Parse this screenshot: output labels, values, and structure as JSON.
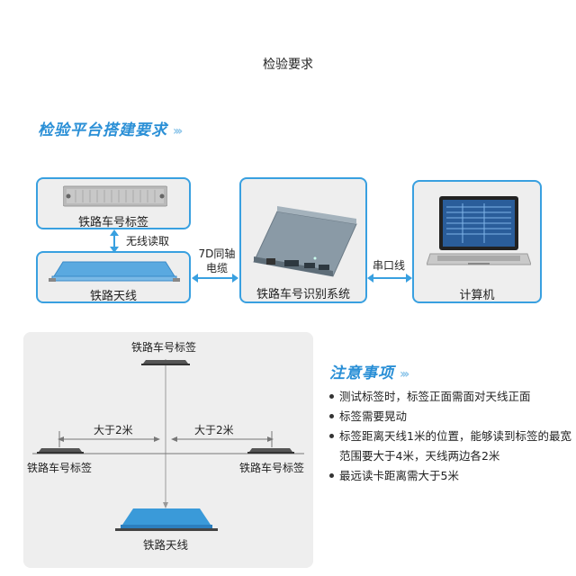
{
  "page": {
    "title": "检验要求"
  },
  "section1": {
    "title": "检验平台搭建要求"
  },
  "devices": {
    "tag": {
      "label": "铁路车号标签"
    },
    "antenna": {
      "label": "铁路天线"
    },
    "system": {
      "label": "铁路车号识别系统"
    },
    "computer": {
      "label": "计算机"
    }
  },
  "connections": {
    "wireless": "无线读取",
    "cable_line1": "7D同轴",
    "cable_line2": "电缆",
    "serial": "串口线"
  },
  "diagram": {
    "top_tag_label": "铁路车号标签",
    "left_tag_label": "铁路车号标签",
    "right_tag_label": "铁路车号标签",
    "antenna_label": "铁路天线",
    "left_distance": "大于2米",
    "right_distance": "大于2米"
  },
  "notes": {
    "title": "注意事项",
    "items": [
      "测试标签时，标签正面需面对天线正面",
      "标签需要晃动",
      "标签距离天线1米的位置，能够读到标签的最宽范围要大于4米，天线两边各2米",
      "最远读卡距离需大于5米"
    ]
  },
  "colors": {
    "accent": "#2a8fd6",
    "card_border": "#39a0e0",
    "card_bg": "#eeeeee",
    "antenna_blue": "#3a9ad9"
  }
}
